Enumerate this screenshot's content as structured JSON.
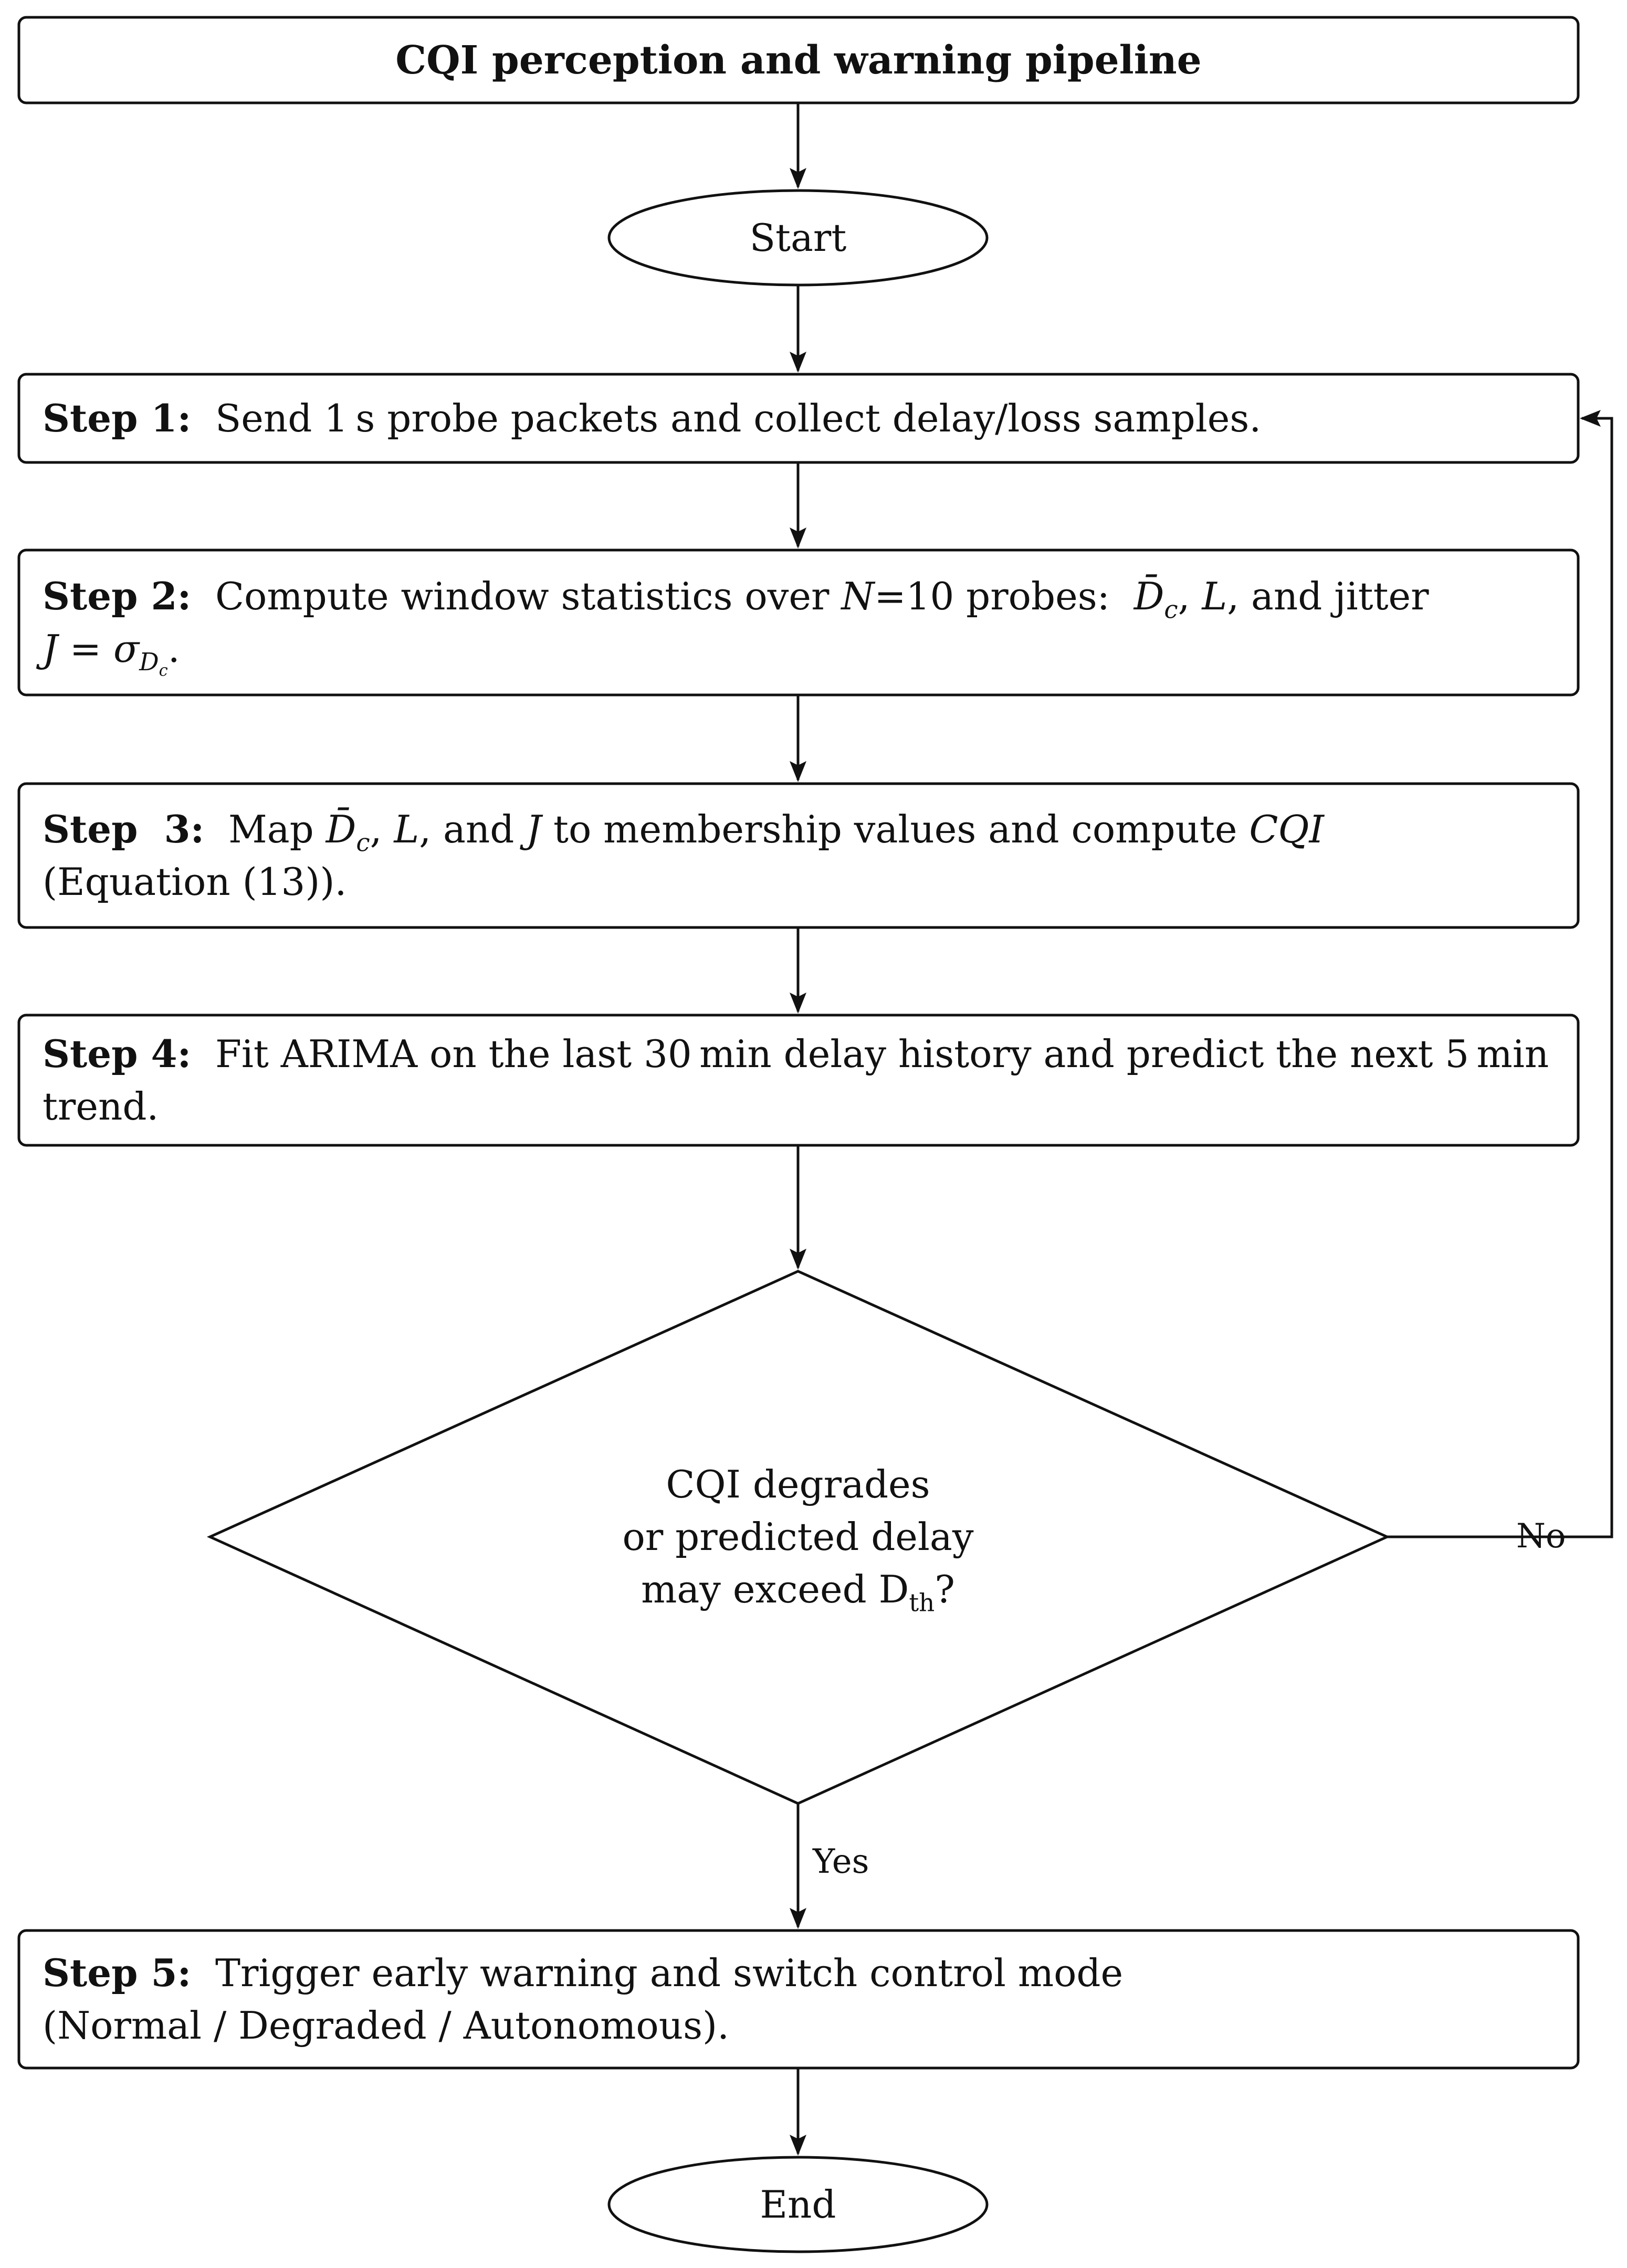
{
  "title": "CQI perception and warning pipeline",
  "start_label": "Start",
  "end_label": "End",
  "steps": [
    {
      "label": "Step 1:",
      "text": "Send 1 s probe packets and collect delay/loss samples."
    },
    {
      "label": "Step 2:",
      "text_a": "Compute window statistics over",
      "n_var": "N",
      "n_val": "=10 probes:",
      "dc": "D̄",
      "dc_sub": "c",
      "sep1": ",",
      "l_var": "L",
      "text_b": ", and jitter",
      "j_var": "J",
      "eq": " = ",
      "sigma": "σ",
      "sigma_sub": "D",
      "sigma_subsub": "c",
      "end": "."
    },
    {
      "label": "Step  3:",
      "text_a": "Map",
      "dc": "D̄",
      "dc_sub": "c",
      "sep1": ",",
      "l_var": "L",
      "text_b": ", and",
      "j_var": "J",
      "text_c": "to membership values and compute",
      "cqi": "CQI",
      "text_d": "(Equation (13))."
    },
    {
      "label": "Step 4:",
      "text": "Fit ARIMA on the last 30 min delay history and predict the next 5 min trend."
    },
    {
      "label": "Step 5:",
      "line1": "Trigger early warning and switch control mode",
      "line2": "(Normal / Degraded / Autonomous)."
    }
  ],
  "decision": {
    "cqi": "CQI",
    "line1_rest": " degrades",
    "line2": "or predicted delay",
    "line3_pre": "may exceed ",
    "d_var": "D",
    "d_sub": "th",
    "line3_post": "?"
  },
  "edge_yes": "Yes",
  "edge_no": "No"
}
